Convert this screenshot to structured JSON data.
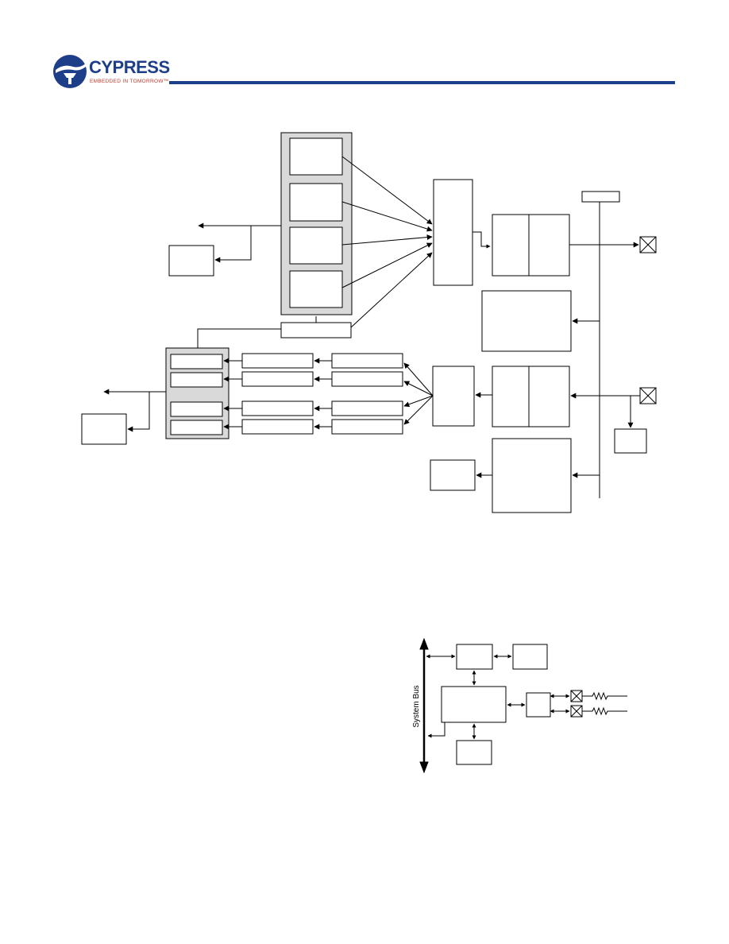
{
  "header": {
    "logo_text": "CYPRESS",
    "logo_tagline": "EMBEDDED IN TOMORROW™",
    "accent_color": "#1d3f8a",
    "tagline_color": "#c0392b"
  },
  "diagram2": {
    "bus_label": "System Bus"
  }
}
